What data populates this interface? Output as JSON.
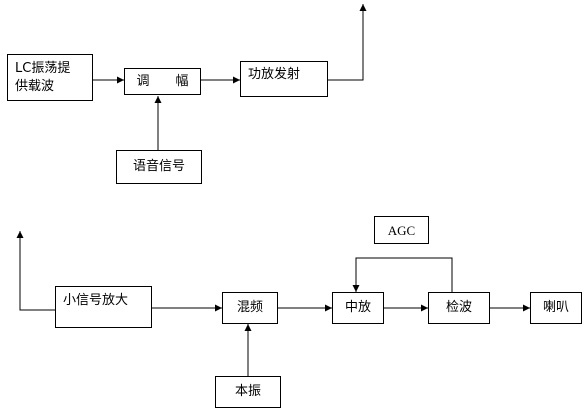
{
  "transmitter": {
    "carrier_line1": "LC振荡提",
    "carrier_line2": "供载波",
    "modulation": "调　　幅",
    "power_amp": "功放发射",
    "audio_signal": "语音信号"
  },
  "receiver": {
    "small_signal_amp": "小信号放大",
    "mixer": "混频",
    "if_amp": "中放",
    "detector": "检波",
    "speaker": "喇叭",
    "local_osc": "本振",
    "agc": "AGC"
  }
}
